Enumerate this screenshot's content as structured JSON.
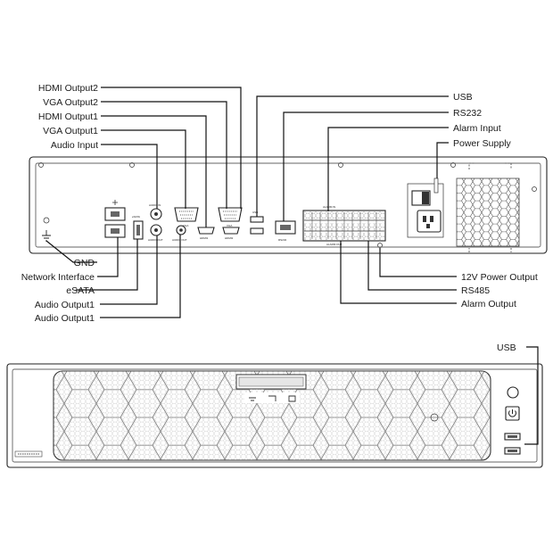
{
  "rear_panel": {
    "labels_top_left": [
      "HDMI Output2",
      "VGA Output2",
      "HDMI Output1",
      "VGA Output1",
      "Audio Input"
    ],
    "labels_top_right": [
      "USB",
      "RS232",
      "Alarm Input",
      "Power Supply"
    ],
    "labels_bottom_left": [
      "GND",
      "Network Interface",
      "eSATA",
      "Audio Output1",
      "Audio Output1"
    ],
    "labels_bottom_right": [
      "12V Power Output",
      "RS485",
      "Alarm Output"
    ],
    "port_marks": {
      "audio_in": "AUDIO IN",
      "audio_out": "AUDIO OUT",
      "vga": "VGA",
      "hdmi1": "HDMI1",
      "hdmi2": "HDMI2",
      "usb": "USB",
      "rs232": "RS232",
      "alarm_in": "ALARM IN",
      "alarm_out": "ALARM OUT",
      "esata": "eSATA"
    }
  },
  "front_panel": {
    "labels": [
      "USB"
    ]
  },
  "colors": {
    "line": "#111111",
    "device_outline": "#222222",
    "text": "#1a1a1a"
  },
  "icons": [
    "power-button-icon",
    "ground-icon",
    "honeycomb-vent"
  ]
}
